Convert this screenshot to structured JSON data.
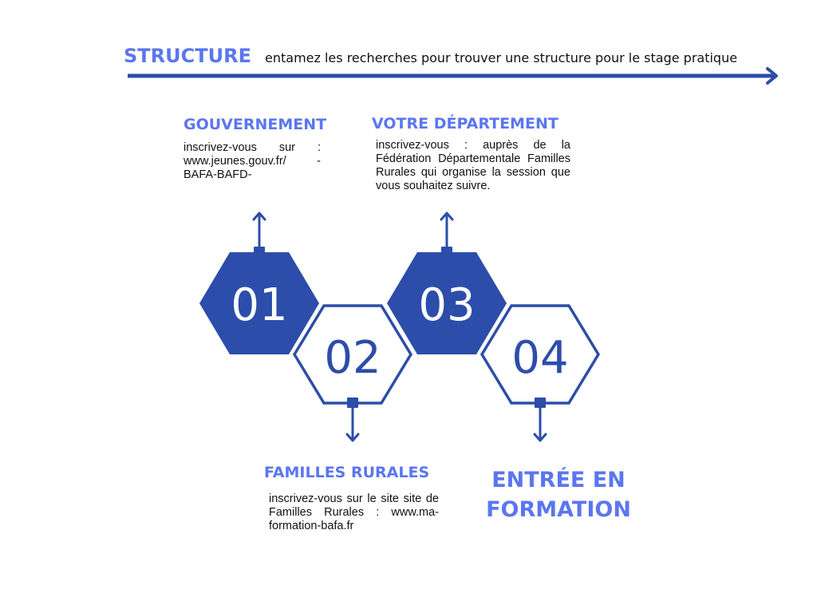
{
  "header": {
    "title": "STRUCTURE",
    "subtitle": "entamez les recherches pour trouver une structure pour le stage pratique"
  },
  "colors": {
    "primary": "#2c4da9",
    "heading": "#5b76f0",
    "text": "#111111",
    "background": "#ffffff"
  },
  "steps": [
    {
      "number": "01",
      "style": "filled",
      "arrow": "up",
      "heading": "GOUVERNEMENT",
      "text": "inscrivez-vous sur : www.jeunes.gouv.fr/ -BAFA-BAFD-"
    },
    {
      "number": "02",
      "style": "outline",
      "arrow": "down",
      "heading": "FAMILLES RURALES",
      "text": "inscrivez-vous sur le site site de Familles Rurales : www.ma-formation-bafa.fr"
    },
    {
      "number": "03",
      "style": "filled",
      "arrow": "up",
      "heading": "VOTRE DÉPARTEMENT",
      "text": "inscrivez-vous : auprès de la Fédération Départementale Familles Rurales qui organise la session que vous souhaitez suivre."
    },
    {
      "number": "04",
      "style": "outline",
      "arrow": "down",
      "heading": "ENTRÉE EN FORMATION",
      "text": ""
    }
  ]
}
